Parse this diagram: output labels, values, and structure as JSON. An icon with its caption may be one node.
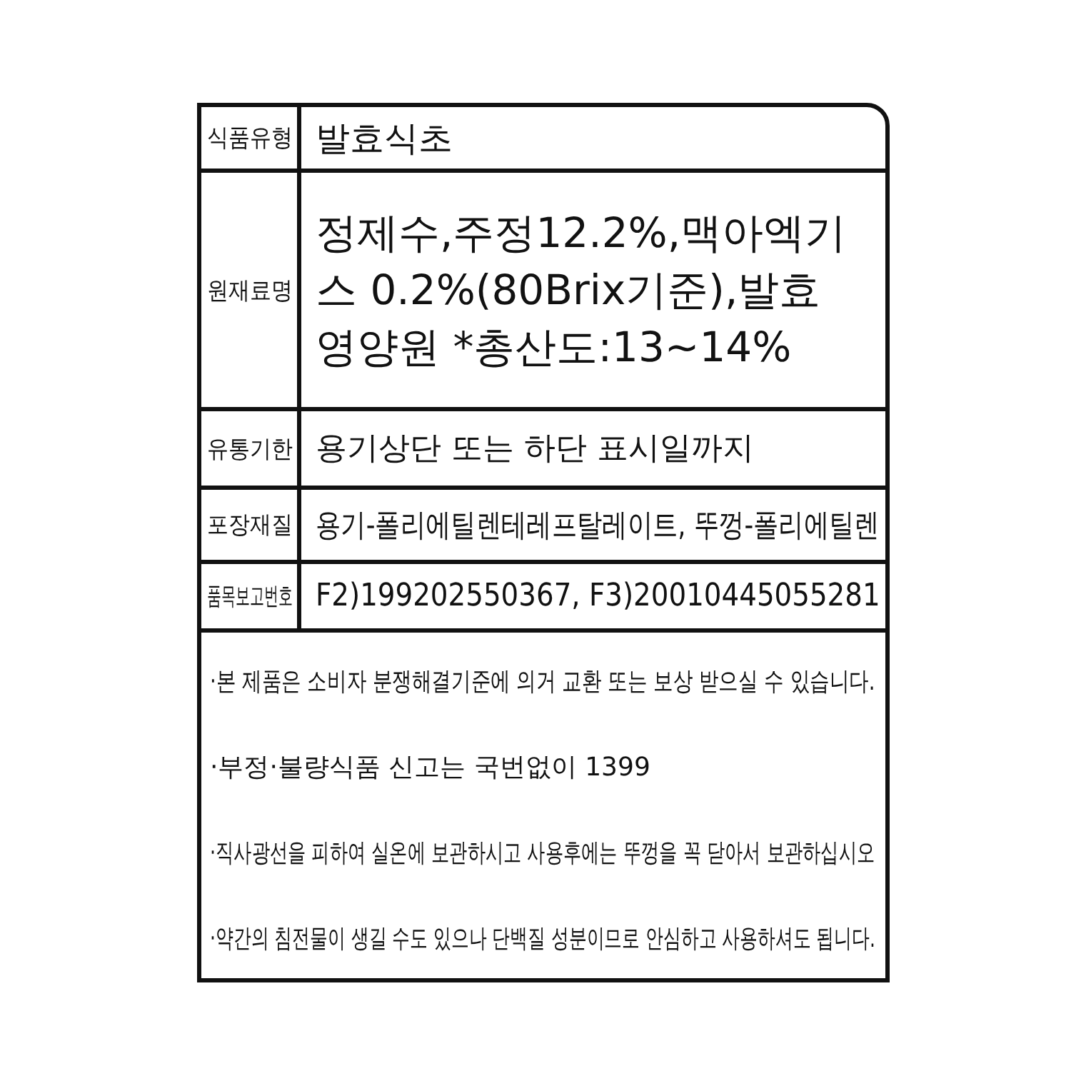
{
  "diagram": {
    "labels": [
      "식품유형",
      "발효식초",
      "원재료명",
      "정제수,주정12.2%,맥아엑기스 0.2%(80Brix기준),발효영양원 *총산도:13~14%",
      "유통기한",
      "용기상단 또는 하단 표시일까지",
      "포장재질",
      "용기-폴리에틸렌테레프탈레이트, 뚜껑-폴리에틸렌",
      "품목보고번호",
      "F2)199202550367, F3)20010445055281",
      "·본 제품은 소비자 분쟁해결기준에 의거 교환 또는 보상 받으실 수 있습니다.",
      "·부정·불량식품 신고는 국번없이 1399",
      "·직사광선을 피하여 실온에 보관하시고 사용후에는 뚜껑을 꼭 닫아서 보관하십시오",
      "·약간의 침전물이 생길 수도 있으나 단백질 성분이므로 안심하고 사용하셔도 됩니다."
    ]
  }
}
